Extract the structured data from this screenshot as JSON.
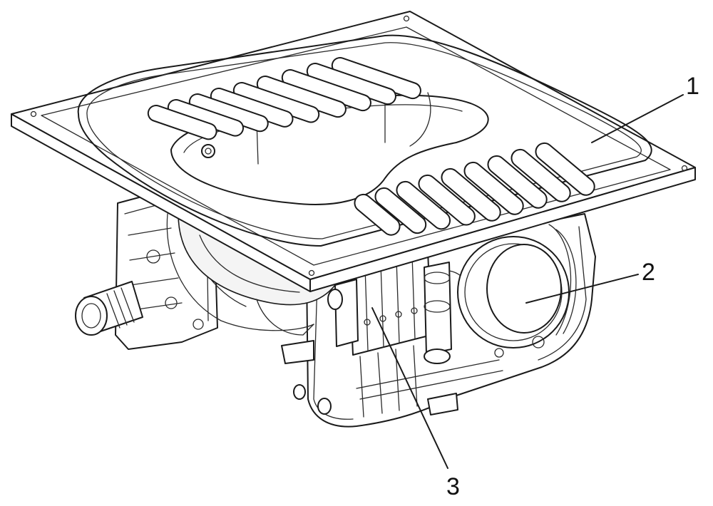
{
  "labels": [
    {
      "id": "1",
      "text": "1"
    },
    {
      "id": "2",
      "text": "2"
    },
    {
      "id": "3",
      "text": "3"
    }
  ],
  "colors": {
    "line": "#1a1a1a",
    "background": "#ffffff"
  }
}
